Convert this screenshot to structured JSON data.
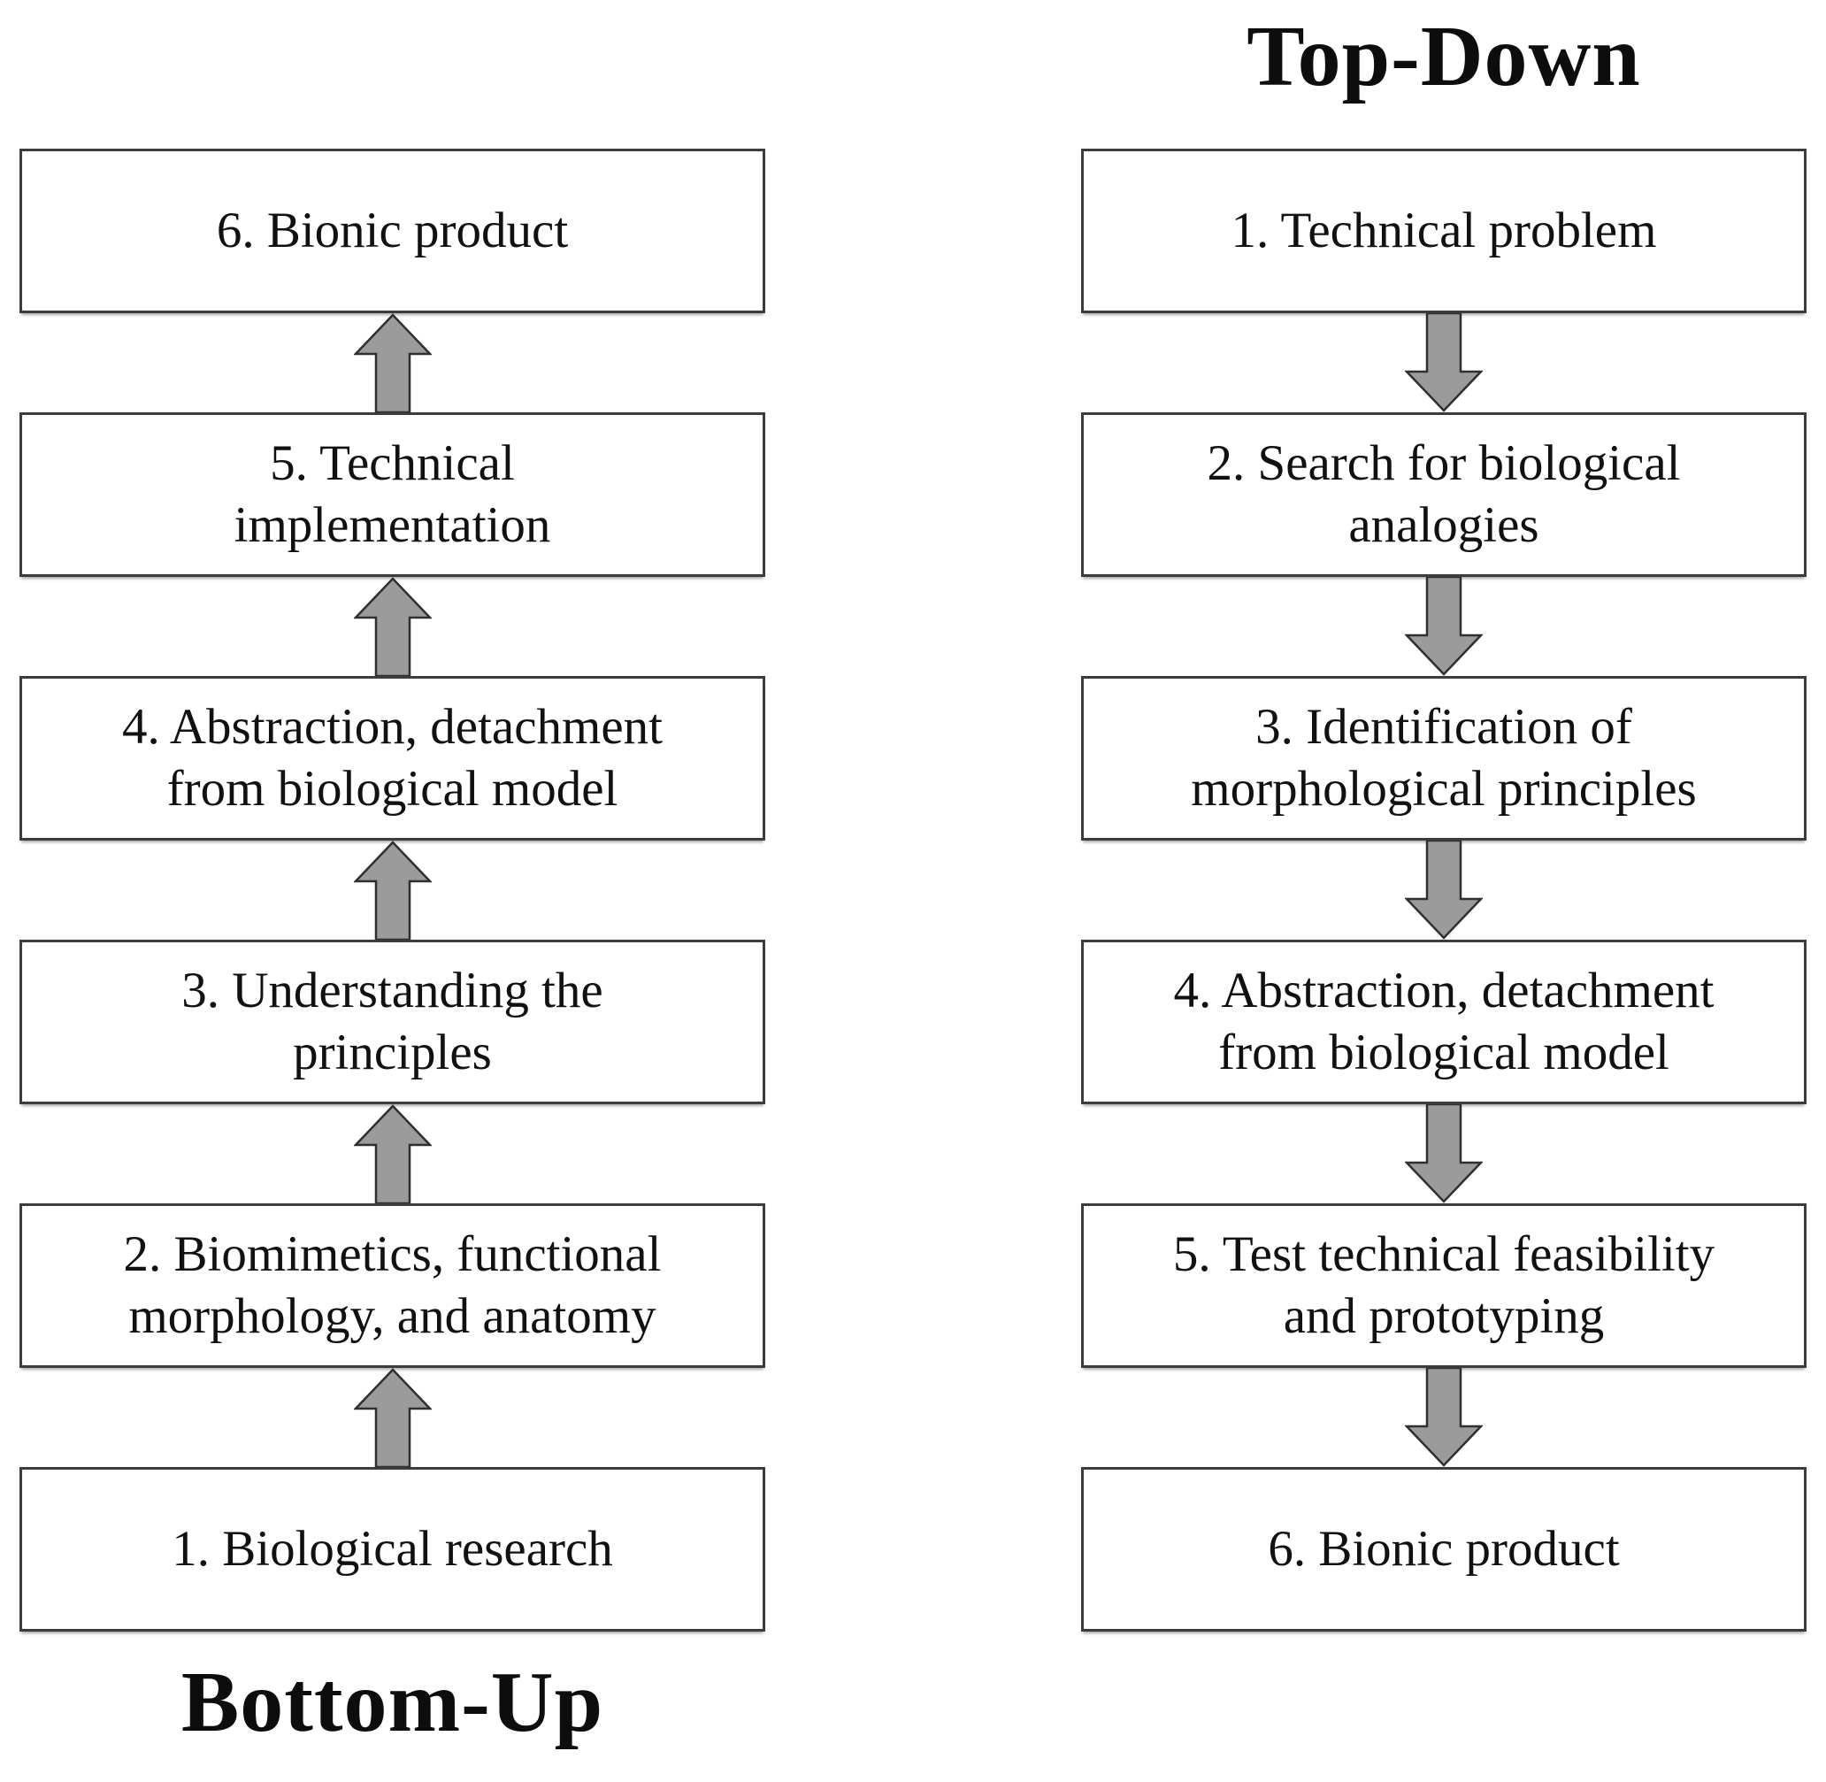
{
  "background": "#ffffff",
  "colors": {
    "box_fill": "#ffffff",
    "box_border": "#3c3c3c",
    "arrow_fill": "#9b9b9b",
    "arrow_stroke": "#2f2f2f",
    "text": "#111111"
  },
  "bottom_up": {
    "title": "Bottom-Up",
    "flow_direction": "upward",
    "steps_top_to_bottom": [
      "6. Bionic product",
      "5. Technical\nimplementation",
      "4. Abstraction, detachment\nfrom biological model",
      "3. Understanding the\nprinciples",
      "2. Biomimetics, functional\nmorphology, and anatomy",
      "1. Biological research"
    ]
  },
  "top_down": {
    "title": "Top-Down",
    "flow_direction": "downward",
    "steps_top_to_bottom": [
      "1. Technical problem",
      "2. Search for biological\nanalogies",
      "3. Identification of\nmorphological principles",
      "4. Abstraction, detachment\nfrom biological model",
      "5. Test technical feasibility\nand prototyping",
      "6. Bionic product"
    ]
  }
}
